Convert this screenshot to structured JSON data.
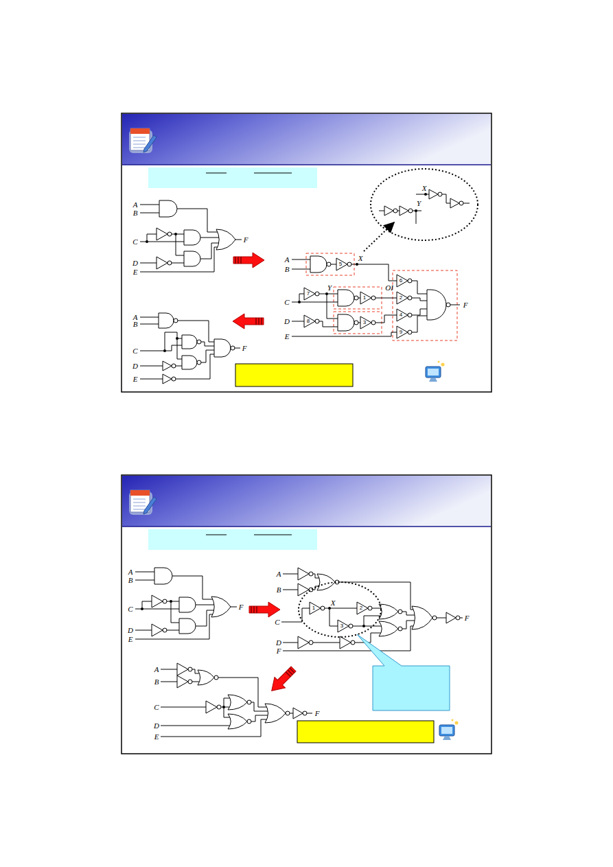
{
  "diagram": {
    "labels": [
      "A",
      "B",
      "C",
      "D",
      "E",
      "F",
      "A",
      "B",
      "5",
      "X",
      "7",
      "Y",
      "C",
      "1",
      "D",
      "8",
      "3",
      "E",
      "OI",
      "6",
      "2",
      "4",
      "9",
      "F",
      "X",
      "Y",
      "A",
      "B",
      "C",
      "D",
      "E",
      "F",
      "A",
      "B",
      "C",
      "D",
      "E",
      "F",
      "A",
      "B",
      "1",
      "X",
      "2",
      "C",
      "3",
      "D",
      "F",
      "F",
      "A",
      "B",
      "C",
      "D",
      "E",
      "F"
    ]
  }
}
